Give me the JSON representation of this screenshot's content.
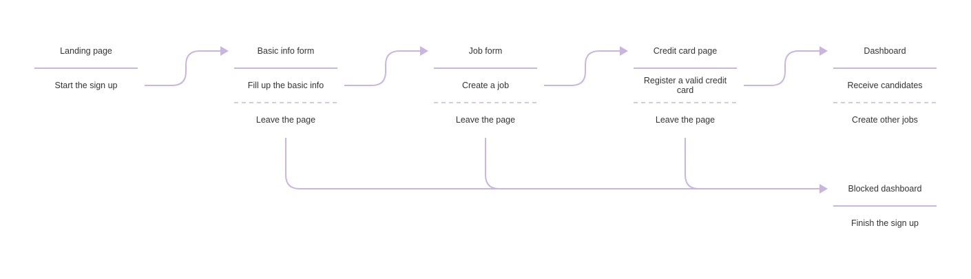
{
  "colors": {
    "connector": "#c9b6df",
    "divider": "#c9b6df",
    "text": "#333333",
    "background": "#ffffff"
  },
  "stages": {
    "landing": {
      "title": "Landing page",
      "action": "Start the sign up"
    },
    "basic_info": {
      "title": "Basic info form",
      "action": "Fill up the basic info",
      "exit": "Leave the page"
    },
    "job_form": {
      "title": "Job form",
      "action": "Create a job",
      "exit": "Leave the page"
    },
    "credit_card": {
      "title": "Credit card page",
      "action": "Register a valid credit card",
      "exit": "Leave the page"
    },
    "dashboard": {
      "title": "Dashboard",
      "action": "Receive candidates",
      "secondary": "Create other jobs"
    },
    "blocked": {
      "title": "Blocked dashboard",
      "action": "Finish the sign up"
    }
  }
}
